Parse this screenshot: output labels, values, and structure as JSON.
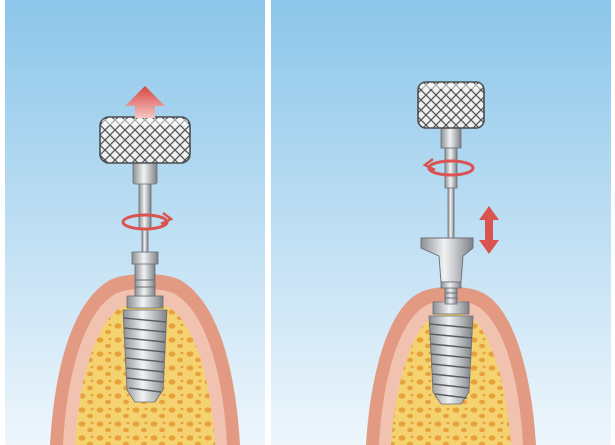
{
  "figure": {
    "panels": [
      {
        "id": "left",
        "step": "remove-tool",
        "motion_indicators": [
          "up-arrow-icon",
          "rotation-icon"
        ]
      },
      {
        "id": "right",
        "step": "seat-abutment",
        "motion_indicators": [
          "rotation-icon",
          "vertical-double-arrow-icon"
        ]
      }
    ],
    "colors": {
      "sky_top": "#8cc6ea",
      "sky_bottom": "#e8f3fb",
      "gum_outer": "#e39a82",
      "gum_inner": "#f2c2b0",
      "bone": "#f5d270",
      "bone_spots": "#e7a23c",
      "metal": "#c9ccd0",
      "metal_dark": "#8b8f94",
      "indicator_red": "#d9534f"
    }
  }
}
